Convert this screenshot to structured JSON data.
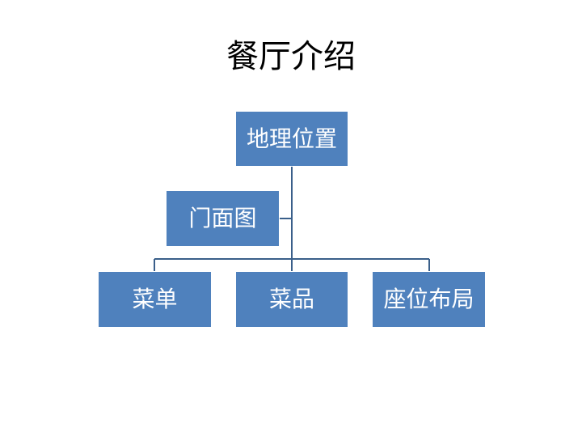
{
  "title": "餐厅介绍",
  "nodes": {
    "top": "地理位置",
    "assistant": "门面图",
    "children": [
      "菜单",
      "菜品",
      "座位布局"
    ]
  },
  "colors": {
    "node_fill": "#4f81bd",
    "connector": "#3a5f8a",
    "text": "#ffffff"
  }
}
